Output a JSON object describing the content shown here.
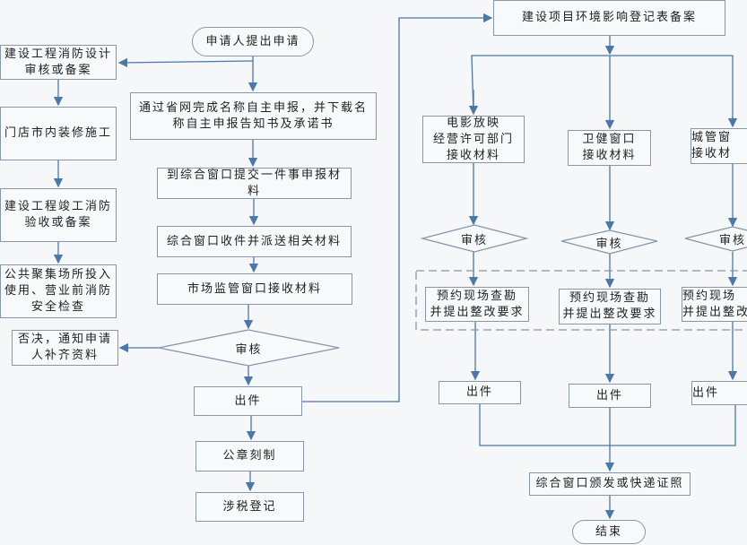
{
  "colors": {
    "line": "#4a78a8",
    "border": "#8497ad",
    "background": "#f6f7f9"
  },
  "left": {
    "start": [
      "申请人提出申请"
    ],
    "fire_design": [
      "建设工程消防设计",
      "审核或备案"
    ],
    "renovation": [
      "门店市内装修施工"
    ],
    "fire_acceptance": [
      "建设工程竣工消防",
      "验收或备案"
    ],
    "safety_check": [
      "公共聚集场所投入",
      "使用、营业前消防",
      "安全检查"
    ],
    "reject": [
      "否决，通知申请",
      "人补齐资料"
    ],
    "online": [
      "通过省网完成名称自主申报，并下载名",
      "称自主申报告知书及承诺书"
    ],
    "submit": [
      "到综合窗口提交一件事申报材",
      "料"
    ],
    "dispatch": [
      "综合窗口收件并派送相关材料"
    ],
    "market": [
      "市场监管窗口接收材料"
    ],
    "review": "审核",
    "issue": [
      "出件"
    ],
    "seal": [
      "公章刻制"
    ],
    "tax": [
      "涉税登记"
    ]
  },
  "right": {
    "env": [
      "建设项目环境影响登记表备案"
    ],
    "branches": [
      {
        "receive": [
          "电影放映",
          "经营许可部门",
          "接收材料"
        ],
        "review": "审核",
        "inspect": [
          "预约现场查勘",
          "并提出整改要求"
        ],
        "issue": [
          "出件"
        ]
      },
      {
        "receive": [
          "卫健窗口",
          "接收材料"
        ],
        "review": "审核",
        "inspect": [
          "预约现场查勘",
          "并提出整改要求"
        ],
        "issue": [
          "出件"
        ]
      },
      {
        "receive": [
          "城管窗",
          "接收材"
        ],
        "review": "审核",
        "inspect": [
          "预约现场",
          "并提出整改"
        ],
        "issue": [
          "出件"
        ]
      }
    ],
    "final": [
      "综合窗口颁发或快递证照"
    ],
    "end": [
      "结束"
    ]
  }
}
